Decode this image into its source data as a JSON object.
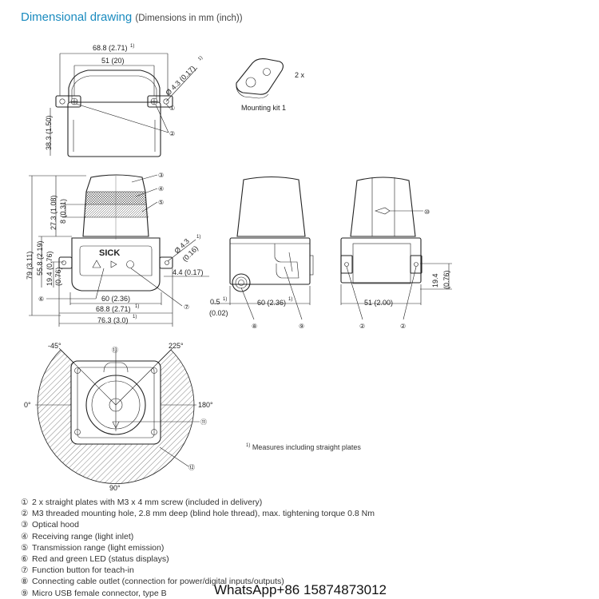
{
  "title": "Dimensional drawing",
  "subtitle": "(Dimensions in mm (inch))",
  "brand": "SICK",
  "mounting_kit": {
    "label": "Mounting kit 1",
    "quantity": "2 x"
  },
  "top_view": {
    "dim_width": "68.8 (2.71)",
    "dim_width_note": "1)",
    "dim_inner": "51 (20)",
    "dim_height": "38.3 (1.50)",
    "dim_hole": "Ø 4.3 (0.17)",
    "dim_hole_note": "1)"
  },
  "front_view": {
    "dim_79": "79 (3.11)",
    "dim_55": "55.8 (2.19)",
    "dim_27": "27.3 (1.08)",
    "dim_8": "8 (0.31)",
    "dim_19": "19.4 (0.76)",
    "dim_60": "60 (2.36)",
    "dim_68": "68.8 (2.71)",
    "dim_76": "76.3 (3.0)",
    "dim_hole": "Ø 4.3",
    "dim_hole_b": "(0.16)",
    "dim_44": "4.4 (0.17)",
    "note": "1)"
  },
  "side_view": {
    "dim_05": "0.5",
    "dim_002": "(0.02)",
    "dim_60": "60 (2.36)",
    "note": "1)"
  },
  "rear_view": {
    "dim_51": "51 (2.00)",
    "dim_19": "19.4",
    "dim_076": "(0.76)"
  },
  "bottom_view": {
    "angle_left_top": "-45°",
    "angle_right_top": "225°",
    "angle_left": "0°",
    "angle_right": "180°",
    "angle_bottom": "90°"
  },
  "callouts": {
    "c1": "①",
    "c2": "②",
    "c3": "③",
    "c4": "④",
    "c5": "⑤",
    "c6": "⑥",
    "c7": "⑦",
    "c8": "⑧",
    "c9": "⑨",
    "c10": "⑩",
    "c11": "⑪",
    "c12": "⑫",
    "c13": "⑬"
  },
  "footnote": {
    "mark": "1)",
    "text": "Measures including straight plates"
  },
  "legend": [
    {
      "num": "①",
      "text": "2 x straight plates with M3 x 4 mm screw (included in delivery)"
    },
    {
      "num": "②",
      "text": "M3 threaded mounting hole, 2.8 mm deep (blind hole thread), max. tightening torque 0.8 Nm"
    },
    {
      "num": "③",
      "text": "Optical hood"
    },
    {
      "num": "④",
      "text": "Receiving range (light inlet)"
    },
    {
      "num": "⑤",
      "text": "Transmission range (light emission)"
    },
    {
      "num": "⑥",
      "text": "Red and green LED (status displays)"
    },
    {
      "num": "⑦",
      "text": "Function button for teach-in"
    },
    {
      "num": "⑧",
      "text": "Connecting cable outlet (connection for power/digital inputs/outputs)"
    },
    {
      "num": "⑨",
      "text": "Micro USB female connector, type B"
    }
  ],
  "watermark": "WhatsApp+86 15874873012"
}
